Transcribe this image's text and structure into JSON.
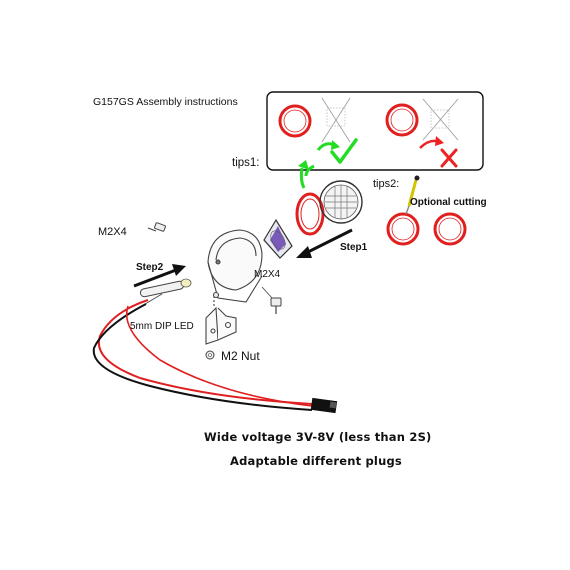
{
  "title": "G157GS  Assembly instructions",
  "tips1": "tips1:",
  "tips2": "tips2:",
  "optional_cutting": "Optional cutting",
  "step1": "Step1",
  "step2": "Step2",
  "screw_top": "M2X4",
  "screw_mid": "M2X4",
  "led": "5mm DIP LED",
  "nut": "M2 Nut",
  "voltage": "Wide voltage 3V-8V (less than 2S)",
  "plugs": "Adaptable different plugs",
  "colors": {
    "ring_red": "#e0201f",
    "arrow_green": "#22dd22",
    "arrow_red": "#ee2222",
    "wire_red": "#e02020",
    "wire_black": "#111111"
  }
}
